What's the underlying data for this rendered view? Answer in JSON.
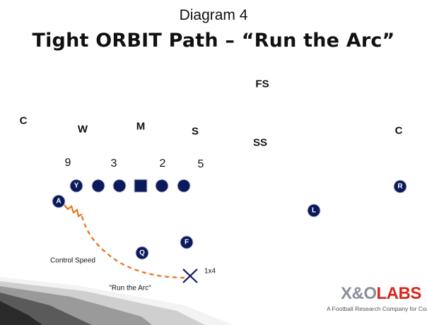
{
  "title": "Diagram 4",
  "subtitle": "Tight ORBIT Path – “Run the Arc”",
  "defense": {
    "fs": "FS",
    "c_left": "C",
    "w": "W",
    "m": "M",
    "s": "S",
    "ss": "SS",
    "c_right": "C"
  },
  "techniques": {
    "t9": "9",
    "t3": "3",
    "t2": "2",
    "t5": "5"
  },
  "offense": {
    "y": "Y",
    "a": "A",
    "q": "Q",
    "f": "F",
    "l": "L",
    "r": "R"
  },
  "annotations": {
    "control_speed": "Control Speed",
    "run_the_arc": "\"Run the Arc\"",
    "block_mark": "1x4"
  },
  "logo": {
    "main_left": "X&O",
    "main_right": "LABS",
    "tagline": "A Football Research Company for Coaches"
  },
  "colors": {
    "player_fill": "#0b1a5b",
    "route": "#e87722",
    "logo_red": "#d9261c",
    "logo_gray": "#8a8f98"
  }
}
